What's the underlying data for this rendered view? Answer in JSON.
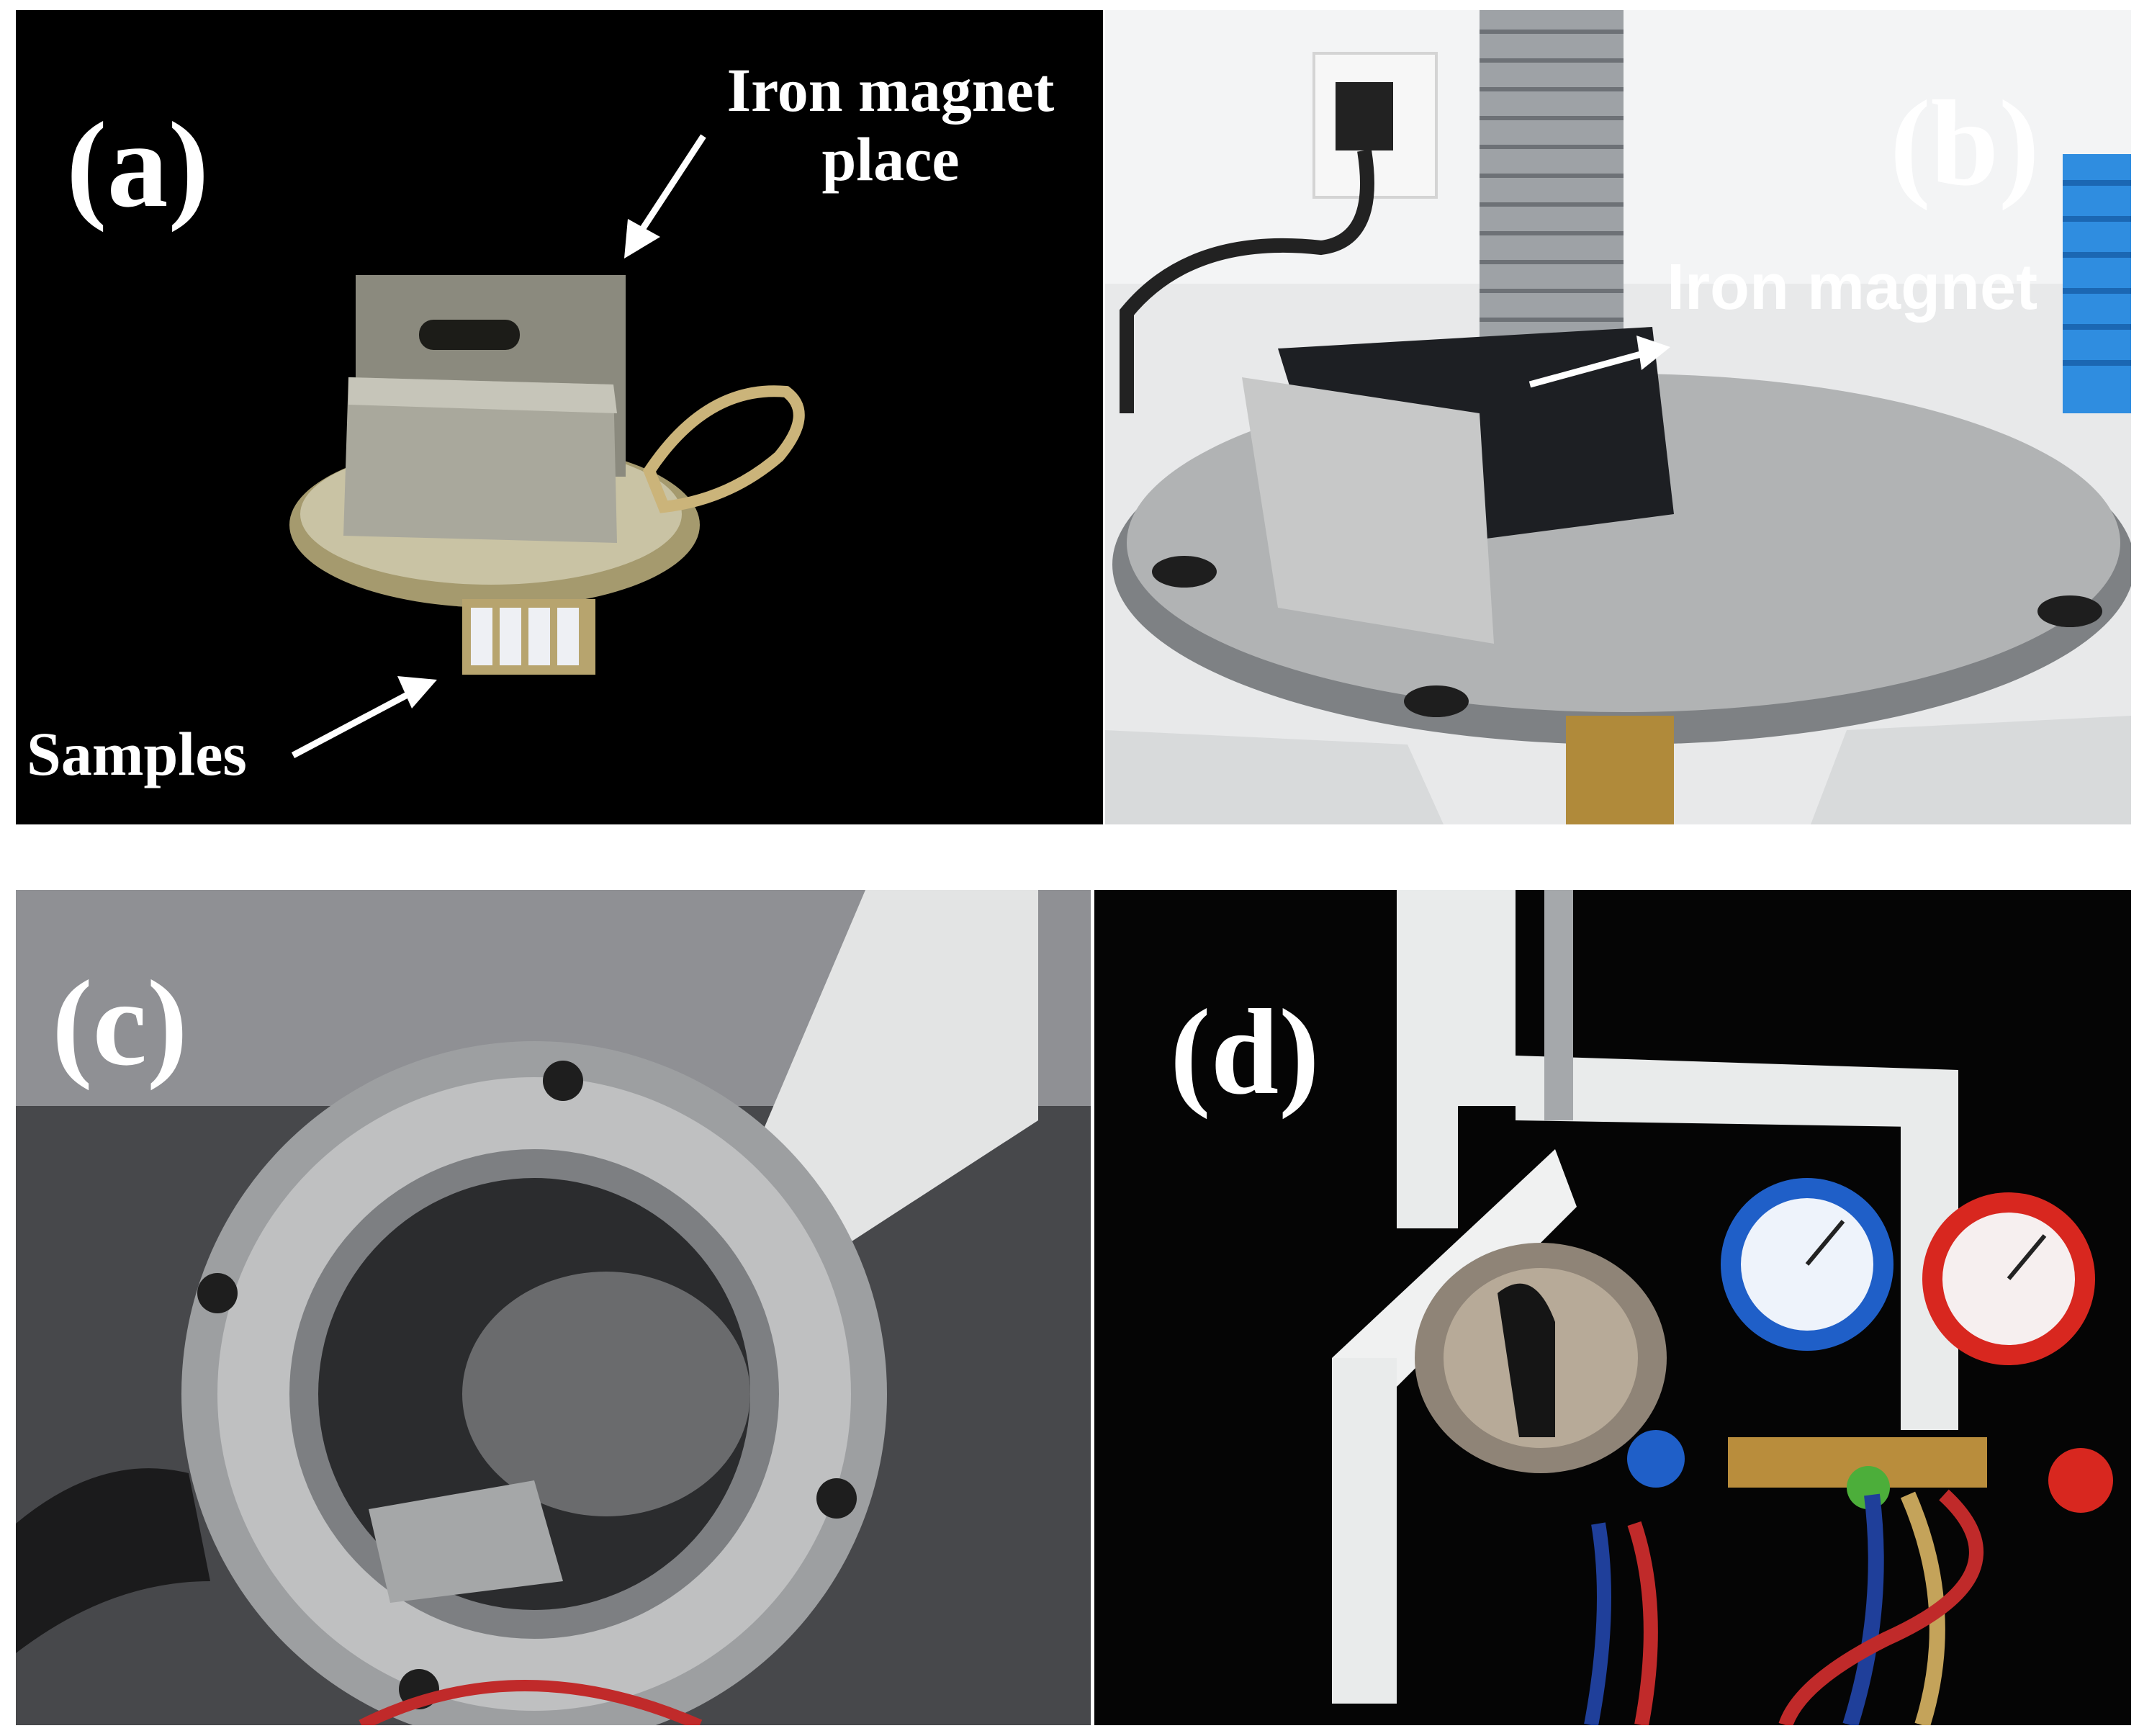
{
  "figure": {
    "panels": [
      {
        "id": "a",
        "label": "(a)",
        "annotations": [
          "Iron magnet place",
          "Samples"
        ]
      },
      {
        "id": "b",
        "label": "(b)",
        "annotations": [
          "Iron magnet"
        ]
      },
      {
        "id": "c",
        "label": "(c)",
        "annotations": []
      },
      {
        "id": "d",
        "label": "(d)",
        "annotations": []
      }
    ],
    "colors": {
      "panel_a_background": "#000000",
      "steel": "#b9b6ad",
      "gauge_blue": "#1f5fc8",
      "gauge_red": "#d8271f",
      "frame_white": "#eceeee",
      "label_text": "#ffffff"
    }
  },
  "panel_a": {
    "label": "(a)",
    "annotation_top_line1": "Iron magnet",
    "annotation_top_line2": "place",
    "annotation_bottom": "Samples"
  },
  "panel_b": {
    "label": "(b)",
    "annotation": "Iron magnet"
  },
  "panel_c": {
    "label": "(c)"
  },
  "panel_d": {
    "label": "(d)"
  }
}
